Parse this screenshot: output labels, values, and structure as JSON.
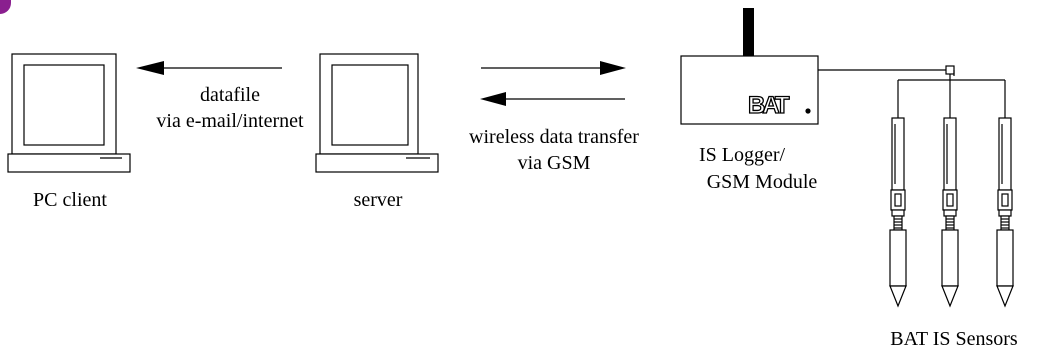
{
  "labels": {
    "pc_client": "PC client",
    "server": "server",
    "datafile_line1": "datafile",
    "datafile_line2": "via e-mail/internet",
    "wireless_line1": "wireless data transfer",
    "wireless_line2": "via GSM",
    "logger_line1": "IS Logger/",
    "logger_line2": "GSM Module",
    "sensors": "BAT IS Sensors",
    "logo": "BAT"
  },
  "colors": {
    "corner_accent": "#8a1f8f",
    "line": "#000000",
    "background": "#ffffff"
  }
}
